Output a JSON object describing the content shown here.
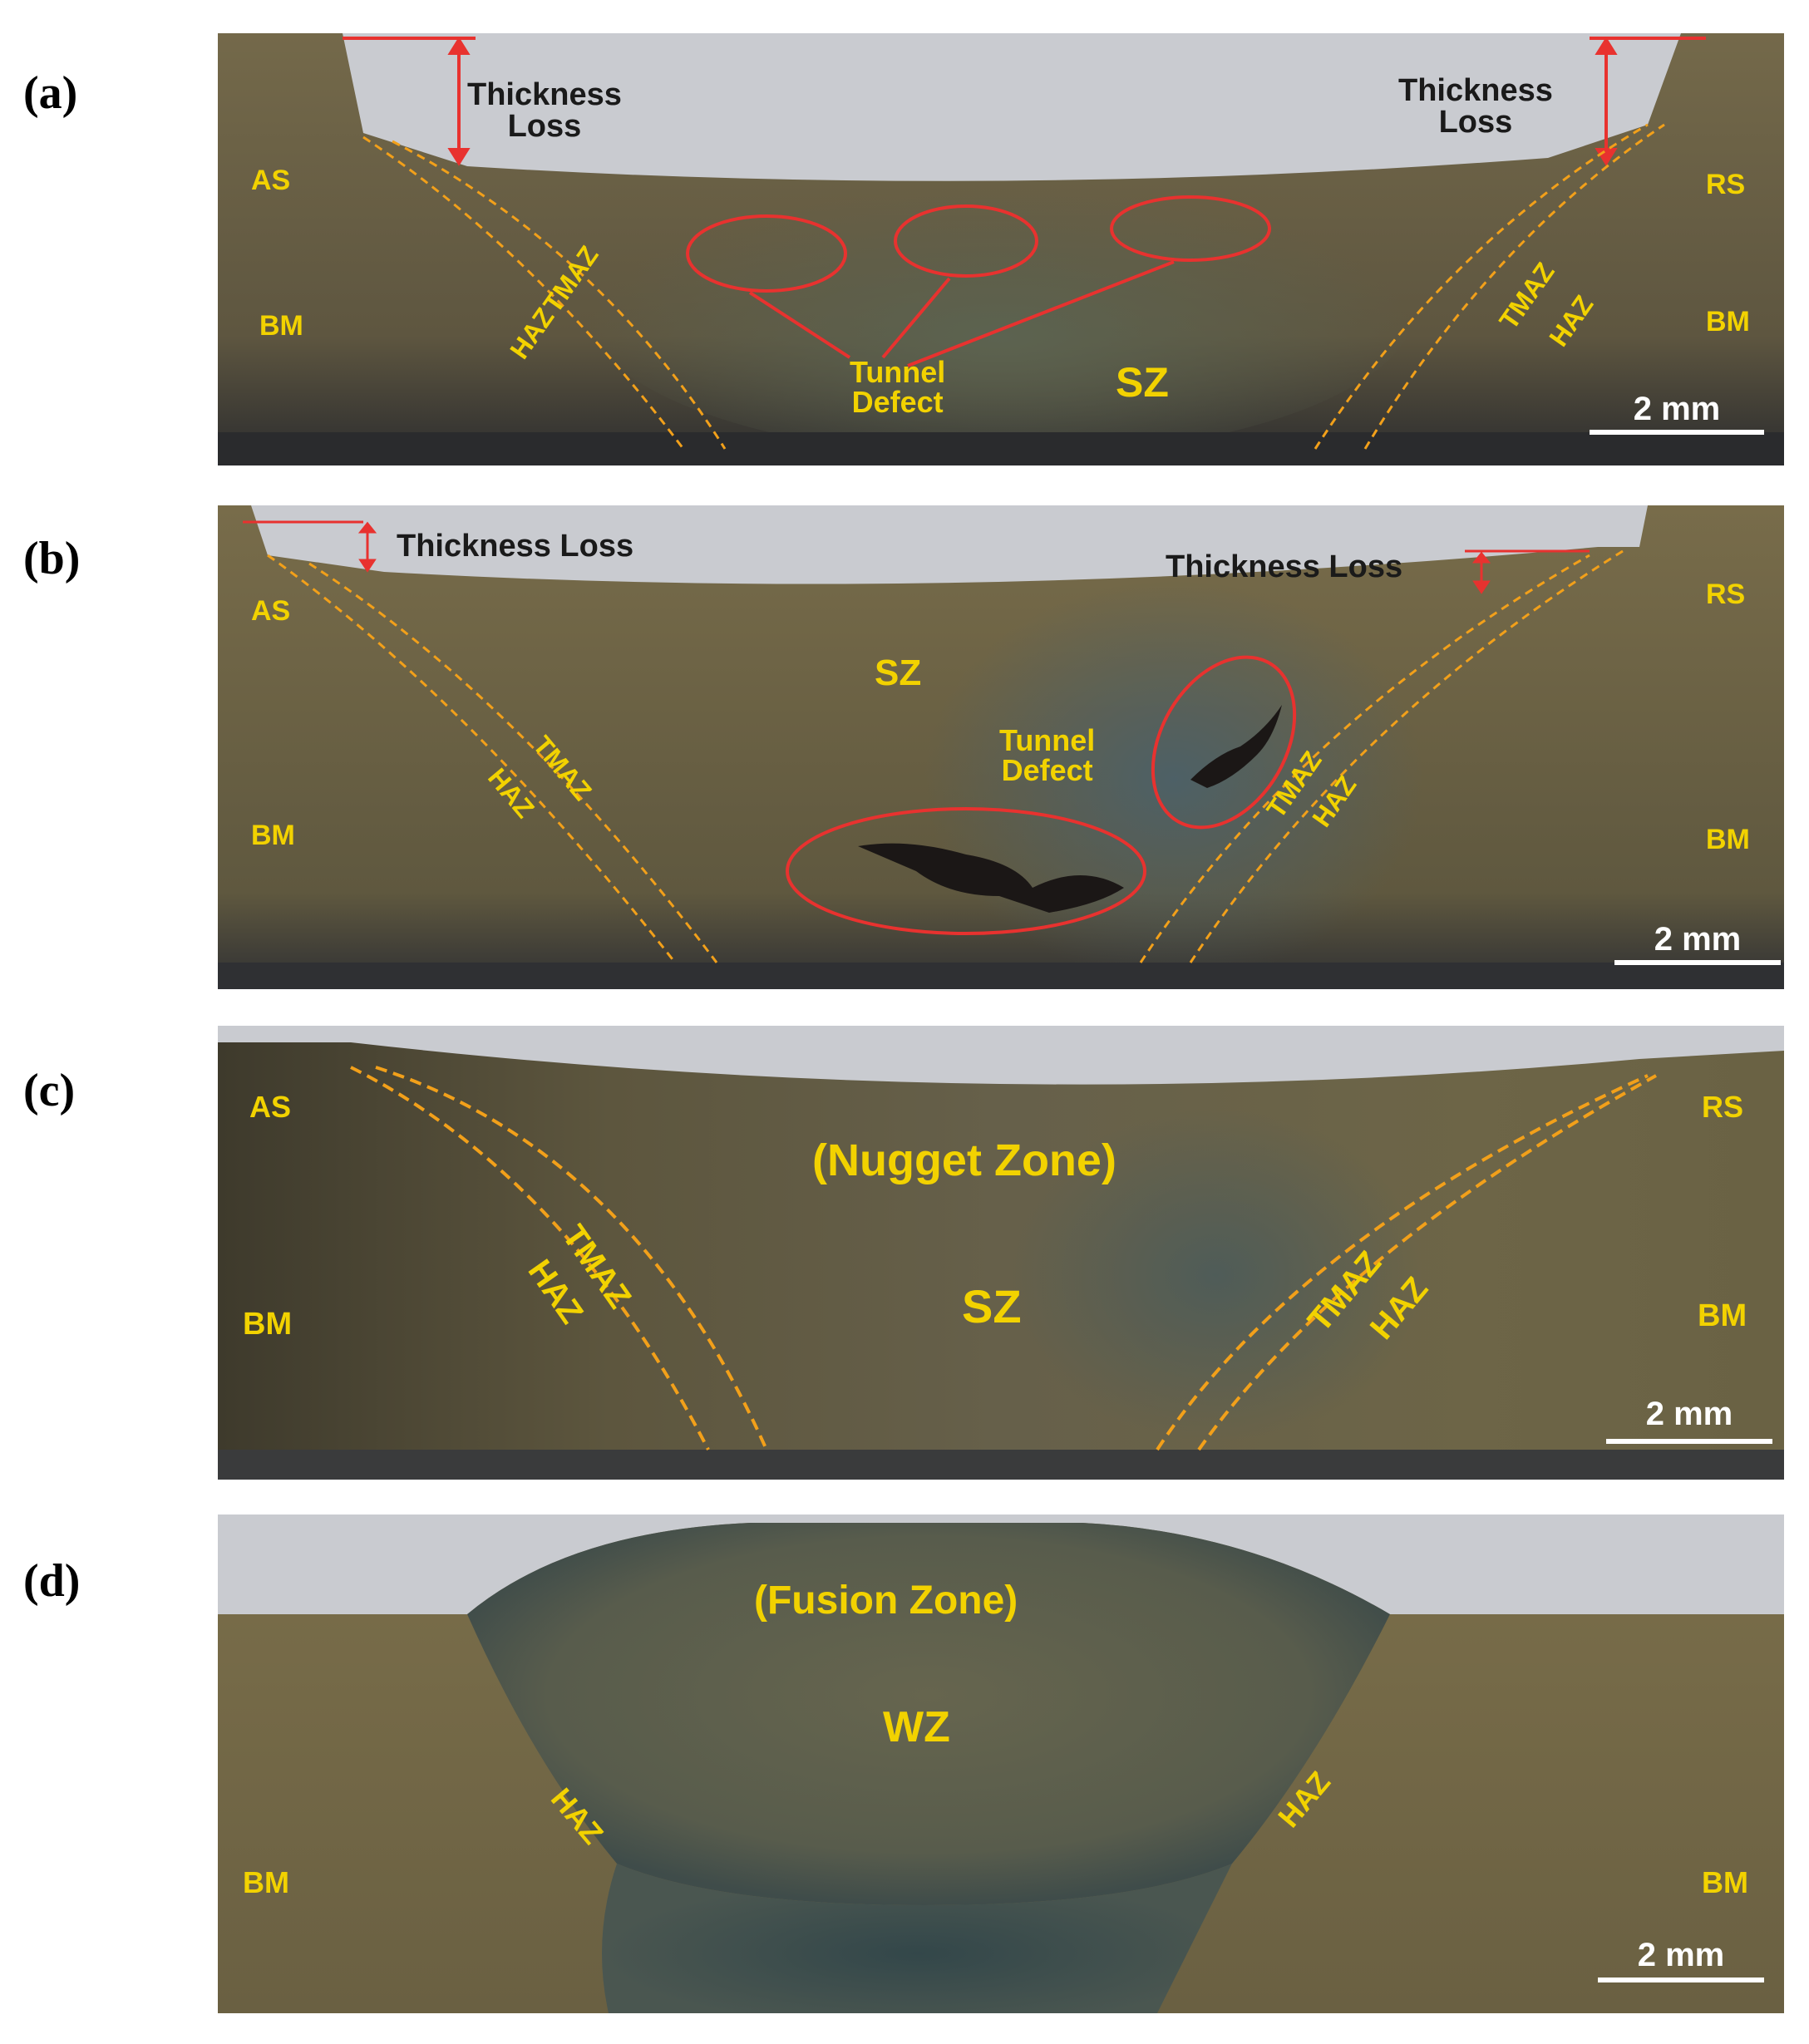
{
  "panels": [
    {
      "id": "a",
      "label": "(a)",
      "labels": {
        "as": "AS",
        "rs": "RS",
        "bm_left": "BM",
        "bm_right": "BM",
        "tmaz_left": "TMAZ",
        "haz_left": "HAZ",
        "tmaz_right": "TMAZ",
        "haz_right": "HAZ",
        "sz": "SZ",
        "tunnel": "Tunnel\nDefect",
        "thickness_left": "Thickness\nLoss",
        "thickness_right": "Thickness\nLoss",
        "scale": "2 mm"
      }
    },
    {
      "id": "b",
      "label": "(b)",
      "labels": {
        "as": "AS",
        "rs": "RS",
        "bm_left": "BM",
        "bm_right": "BM",
        "tmaz_left": "TMAZ",
        "haz_left": "HAZ",
        "tmaz_right": "TMAZ",
        "haz_right": "HAZ",
        "sz": "SZ",
        "tunnel": "Tunnel\nDefect",
        "thickness_left": "Thickness Loss",
        "thickness_right": "Thickness Loss",
        "scale": "2 mm"
      }
    },
    {
      "id": "c",
      "label": "(c)",
      "labels": {
        "as": "AS",
        "rs": "RS",
        "bm_left": "BM",
        "bm_right": "BM",
        "tmaz_left": "TMAZ",
        "haz_left": "HAZ",
        "tmaz_right": "TMAZ",
        "haz_right": "HAZ",
        "nugget": "(Nugget Zone)",
        "sz": "SZ",
        "scale": "2 mm"
      }
    },
    {
      "id": "d",
      "label": "(d)",
      "labels": {
        "fusion": "(Fusion Zone)",
        "wz": "WZ",
        "haz_left": "HAZ",
        "haz_right": "HAZ",
        "bm_left": "BM",
        "bm_right": "BM",
        "scale": "2 mm"
      }
    }
  ],
  "colors": {
    "metal": "#6b6142",
    "metal_dark": "#4a4632",
    "background": "#c9cbd0",
    "annotation_red": "#e8322f",
    "boundary_orange": "#f2a01a",
    "label_yellow": "#f2d200",
    "weld_blue": "#4c5a56"
  }
}
